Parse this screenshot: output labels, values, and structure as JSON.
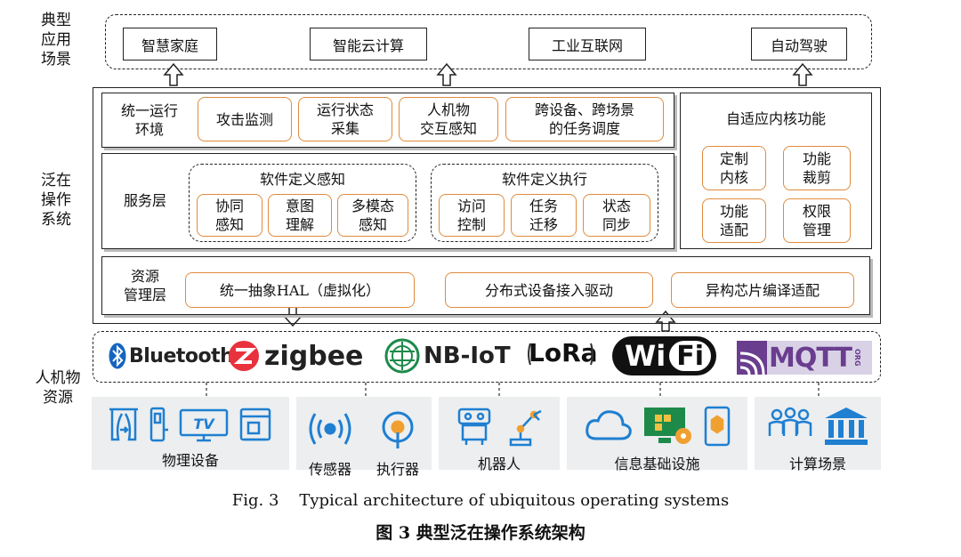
{
  "side_labels": {
    "apps": "典型\n应用\n场景",
    "os": "泛在\n操作\n系统",
    "resources": "人机物\n资源"
  },
  "scenes": [
    "智慧家庭",
    "智能云计算",
    "工业互联网",
    "自动驾驶"
  ],
  "runtime": {
    "title": "统一运行\n环境",
    "items": [
      "攻击监测",
      "运行状态\n采集",
      "人机物\n交互感知",
      "跨设备、跨场景\n的任务调度"
    ]
  },
  "service": {
    "title": "服务层",
    "sensing": {
      "title": "软件定义感知",
      "items": [
        "协同\n感知",
        "意图\n理解",
        "多模态\n感知"
      ]
    },
    "execution": {
      "title": "软件定义执行",
      "items": [
        "访问\n控制",
        "任务\n迁移",
        "状态\n同步"
      ]
    }
  },
  "kernel": {
    "title": "自适应内核功能",
    "items": [
      "定制\n内核",
      "功能\n裁剪",
      "功能\n适配",
      "权限\n管理"
    ]
  },
  "resource_mgmt": {
    "title": "资源\n管理层",
    "items": [
      "统一抽象HAL（虚拟化）",
      "分布式设备接入驱动",
      "异构芯片编译适配"
    ]
  },
  "protocols": {
    "bluetooth": "Bluetooth",
    "zigbee": "zigbee",
    "nbiot": "NB-IoT",
    "lora": "LoRa",
    "wifi_a": "Wi",
    "wifi_b": "Fi",
    "mqtt": "MQTT",
    "mqtt_org": "ORG"
  },
  "bands": [
    "物理设备",
    "传感器",
    "执行器",
    "机器人",
    "信息基础设施",
    "计算场景"
  ],
  "caption_en": "Fig. 3    Typical architecture of ubiquitous operating systems",
  "caption_zh": "图 3 典型泛在操作系统架构",
  "colors": {
    "orange": "#e08b3c",
    "blue": "#1f7fd1",
    "zigbee_red": "#e8323c",
    "nbiot_green": "#1d8a4a",
    "mqtt_purple": "#6a3d8f"
  }
}
